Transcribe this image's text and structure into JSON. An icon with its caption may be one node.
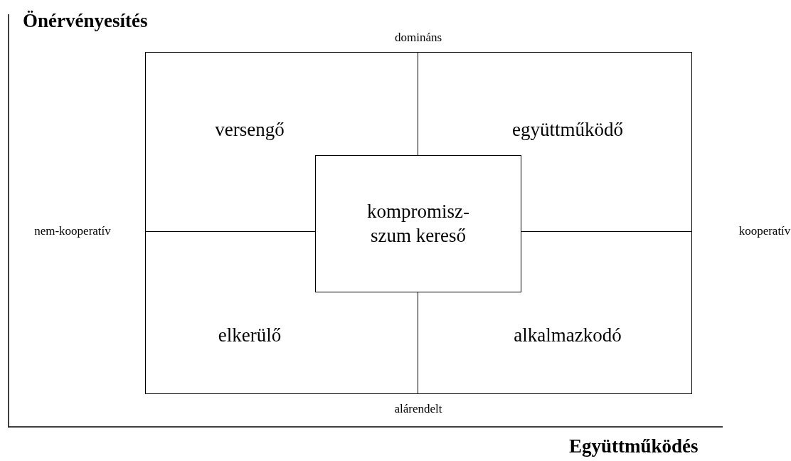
{
  "diagram": {
    "nodes": [
      {
        "text": [
          "versengő"
        ]
      },
      {
        "text": [
          "együttműködő"
        ]
      },
      {
        "text": [
          "elkerülő"
        ]
      },
      {
        "text": [
          "alkalmazkodó"
        ]
      },
      {
        "text": [
          "kompromisz- szum kereső"
        ]
      }
    ],
    "labels": [
      "Önérvényesítés",
      "domináns",
      "nem-kooperatív",
      "kooperatív",
      "alárendelt",
      "Együttműködés"
    ]
  }
}
